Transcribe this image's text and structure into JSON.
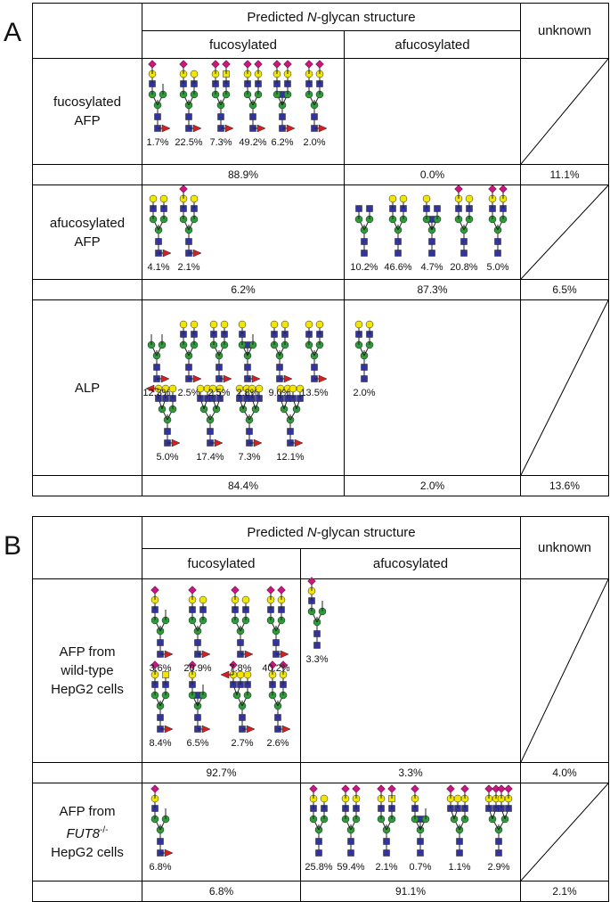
{
  "panels": [
    {
      "letter": "A",
      "header": {
        "predicted": "Predicted",
        "n_letter": "N",
        "structure": "-glycan structure",
        "fucosylated": "fucosylated",
        "afucosylated": "afucosylated",
        "unknown": "unknown"
      },
      "rows": [
        {
          "label_lines": [
            "fucosylated",
            "AFP"
          ],
          "fuc_pcts": [
            "1.7%",
            "22.5%",
            "7.3%",
            "49.2%",
            "6.2%",
            "2.0%"
          ],
          "afuc_pcts": [],
          "totals": {
            "fucosylated": "88.9%",
            "afucosylated": "0.0%",
            "unknown": "11.1%"
          }
        },
        {
          "label_lines": [
            "afucosylated",
            "AFP"
          ],
          "fuc_pcts": [
            "4.1%",
            "2.1%"
          ],
          "afuc_pcts": [
            "10.2%",
            "46.6%",
            "4.7%",
            "20.8%",
            "5.0%"
          ],
          "totals": {
            "fucosylated": "6.2%",
            "afucosylated": "87.3%",
            "unknown": "6.5%"
          }
        },
        {
          "label_lines": [
            "ALP"
          ],
          "fuc_pcts": [
            "12.3%",
            "2.5%",
            "2.5%",
            "2.8%",
            "9.0%",
            "13.5%",
            "5.0%",
            "17.4%",
            "7.3%",
            "12.1%"
          ],
          "afuc_pcts": [
            "2.0%"
          ],
          "totals": {
            "fucosylated": "84.4%",
            "afucosylated": "2.0%",
            "unknown": "13.6%"
          }
        }
      ]
    },
    {
      "letter": "B",
      "header": {
        "predicted": "Predicted",
        "n_letter": "N",
        "structure": "-glycan structure",
        "fucosylated": "fucosylated",
        "afucosylated": "afucosylated",
        "unknown": "unknown"
      },
      "rows": [
        {
          "label_lines": [
            "AFP from",
            "wild-type",
            "HepG2 cells"
          ],
          "fuc_pcts": [
            "3.6%",
            "20.9%",
            "7.8%",
            "40.2%",
            "8.4%",
            "6.5%",
            "2.7%",
            "2.6%"
          ],
          "afuc_pcts": [
            "3.3%"
          ],
          "totals": {
            "fucosylated": "92.7%",
            "afucosylated": "3.3%",
            "unknown": "4.0%"
          }
        },
        {
          "label_lines": [
            "AFP from",
            "FUT8",
            "-/-",
            "HepG2 cells"
          ],
          "fuc_pcts": [
            "6.8%"
          ],
          "afuc_pcts": [
            "25.8%",
            "59.4%",
            "2.1%",
            "0.7%",
            "1.1%",
            "2.9%"
          ],
          "totals": {
            "fucosylated": "6.8%",
            "afucosylated": "91.1%",
            "unknown": "2.1%"
          }
        }
      ]
    }
  ],
  "symbol_colors": {
    "galnac_glcnac": "#3333a0",
    "mannose": "#2e9b3a",
    "galactose": "#f2e600",
    "sialic_acid": "#c8187f",
    "fucose": "#d42020"
  }
}
